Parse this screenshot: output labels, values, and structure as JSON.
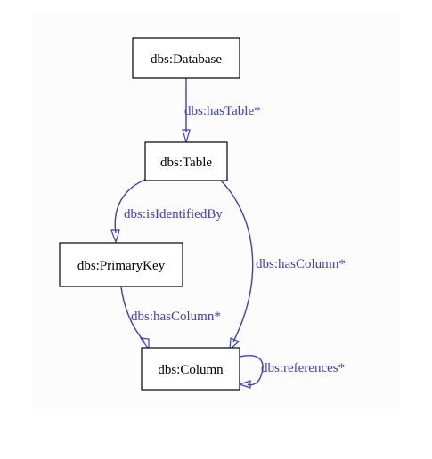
{
  "colors": {
    "edge": "#3b3bd9",
    "node_border": "#000000",
    "node_text": "#000000"
  },
  "nodes": {
    "database": "dbs:Database",
    "table": "dbs:Table",
    "primary_key": "dbs:PrimaryKey",
    "column": "dbs:Column"
  },
  "edges": {
    "has_table": "dbs:hasTable*",
    "is_identified_by": "dbs:isIdentifiedBy",
    "has_column_table": "dbs:hasColumn*",
    "has_column_pk": "dbs:hasColumn*",
    "references": "dbs:references*"
  }
}
